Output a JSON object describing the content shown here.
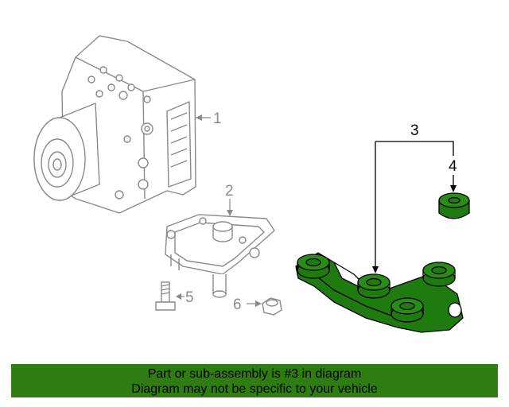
{
  "callouts": {
    "c1": "1",
    "c2": "2",
    "c3": "3",
    "c4": "4",
    "c5": "5",
    "c6": "6"
  },
  "banner": {
    "line1": "Part or sub-assembly is #3 in diagram",
    "line2": "Diagram may not be specific to your vehicle"
  },
  "colors": {
    "highlight": "#1f7a10",
    "banner": "#2f7d12",
    "outline_gray": "#8a8a8a"
  }
}
